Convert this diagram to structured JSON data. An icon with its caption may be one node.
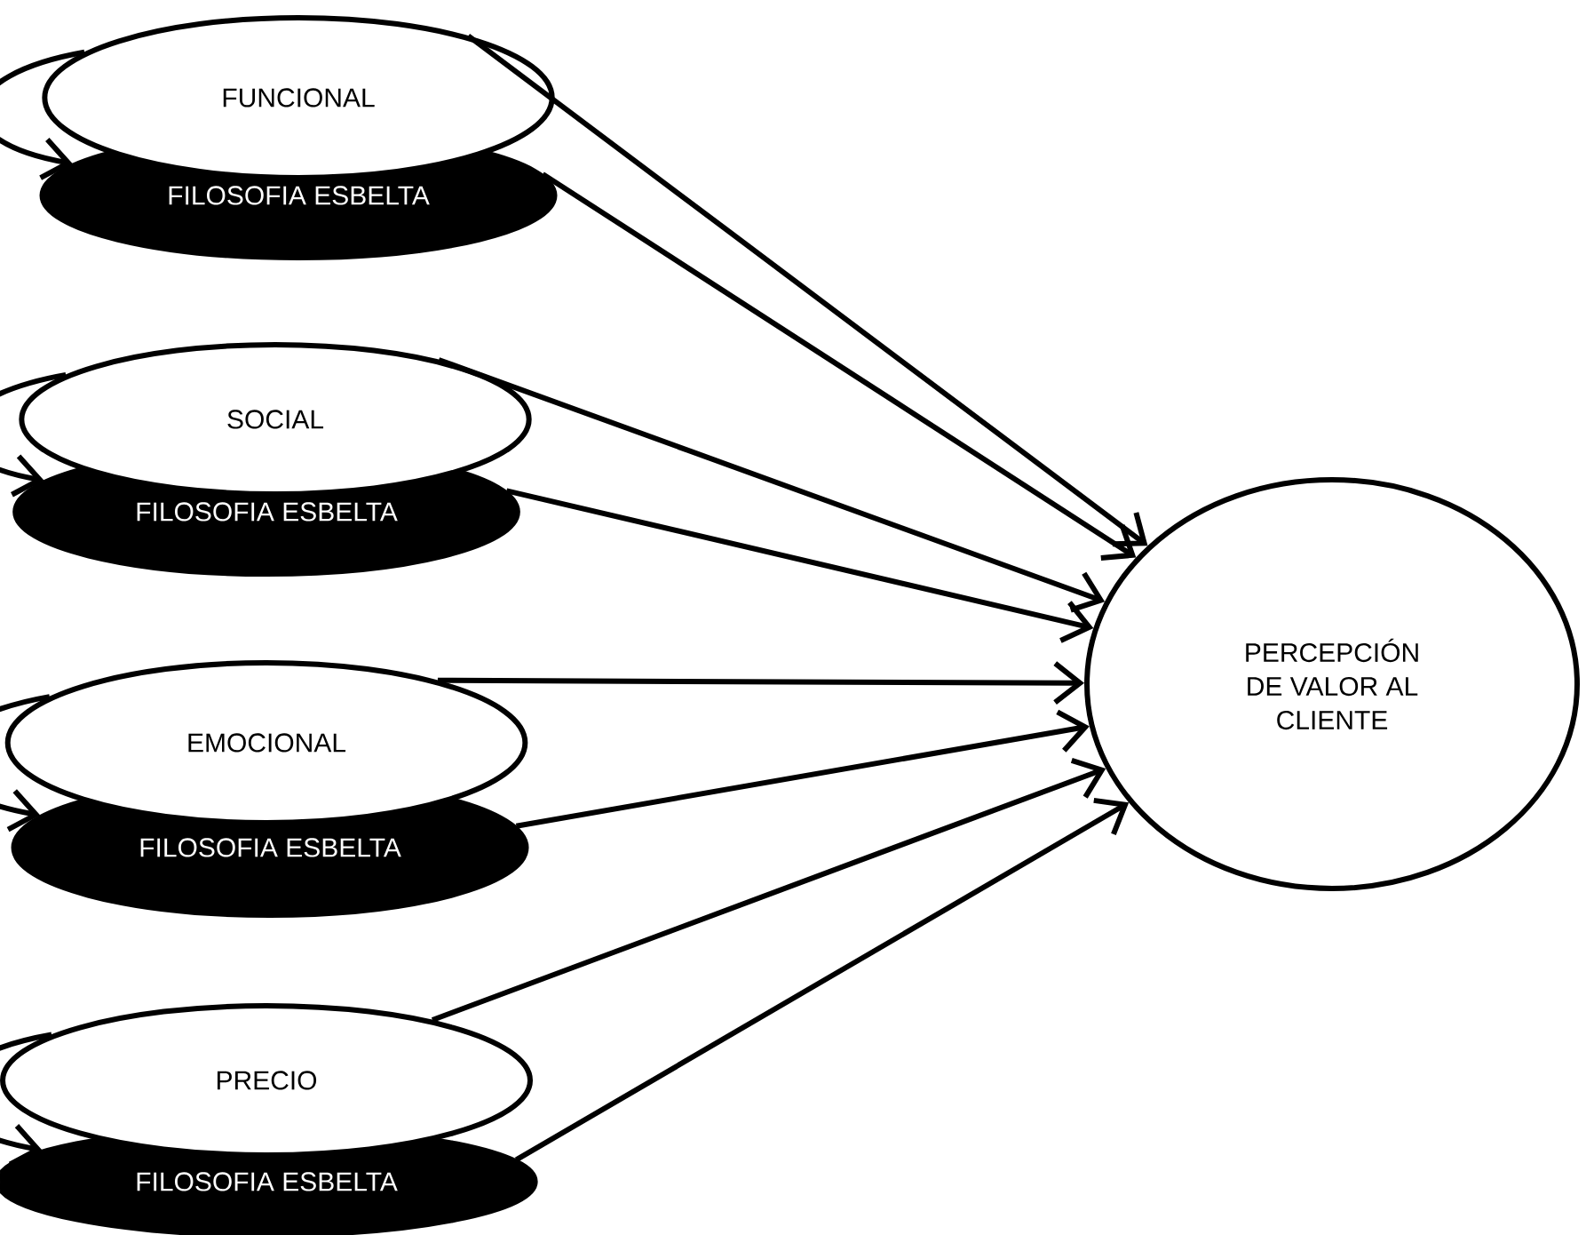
{
  "diagram": {
    "nodes": [
      {
        "text": [
          "FUNCIONAL"
        ]
      },
      {
        "text": [
          "FILOSOFIA ESBELTA"
        ]
      },
      {
        "text": [
          "SOCIAL"
        ]
      },
      {
        "text": [
          "FILOSOFIA ESBELTA"
        ]
      },
      {
        "text": [
          "EMOCIONAL"
        ]
      },
      {
        "text": [
          "FILOSOFIA ESBELTA"
        ]
      },
      {
        "text": [
          "PRECIO"
        ]
      },
      {
        "text": [
          "FILOSOFIA ESBELTA"
        ]
      },
      {
        "text": [
          "PERCEPCIÓN DE VALOR AL CLIENTE"
        ]
      }
    ],
    "edges": [
      {
        "from": 0,
        "to": 1,
        "arrow": "to"
      },
      {
        "from": 0,
        "to": 8,
        "arrow": "to"
      },
      {
        "from": 1,
        "to": 8,
        "arrow": "to"
      },
      {
        "from": 2,
        "to": 3,
        "arrow": "to"
      },
      {
        "from": 2,
        "to": 8,
        "arrow": "to"
      },
      {
        "from": 3,
        "to": 8,
        "arrow": "to"
      },
      {
        "from": 4,
        "to": 5,
        "arrow": "to"
      },
      {
        "from": 4,
        "to": 8,
        "arrow": "to"
      },
      {
        "from": 5,
        "to": 8,
        "arrow": "to"
      },
      {
        "from": 6,
        "to": 7,
        "arrow": "to"
      },
      {
        "from": 6,
        "to": 8,
        "arrow": "to"
      },
      {
        "from": 7,
        "to": 8,
        "arrow": "to"
      }
    ]
  }
}
